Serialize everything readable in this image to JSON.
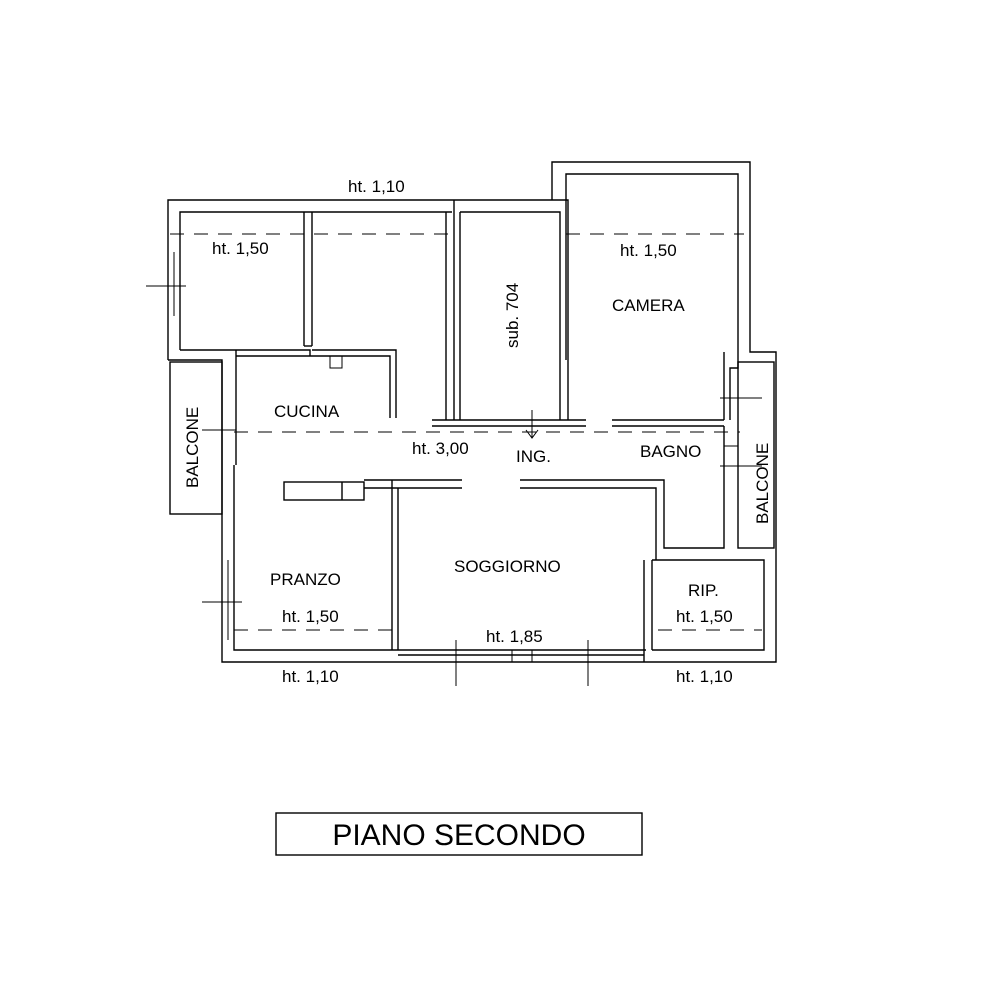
{
  "plan": {
    "title": "PIANO SECONDO",
    "rooms": {
      "camera": "CAMERA",
      "cucina": "CUCINA",
      "bagno": "BAGNO",
      "ingresso": "ING.",
      "pranzo": "PRANZO",
      "soggiorno": "SOGGIORNO",
      "ripostiglio": "RIP.",
      "balcone_left": "BALCONE",
      "balcone_right": "BALCONE",
      "adjacent_unit": "sub. 704"
    },
    "heights": {
      "top_outer": "ht. 1,10",
      "top_left_room": "ht. 1,50",
      "camera": "ht. 1,50",
      "center": "ht. 3,00",
      "pranzo": "ht. 1,50",
      "soggiorno": "ht. 1,85",
      "ripostiglio": "ht. 1,50",
      "bottom_left": "ht. 1,10",
      "bottom_right": "ht. 1,10"
    }
  }
}
